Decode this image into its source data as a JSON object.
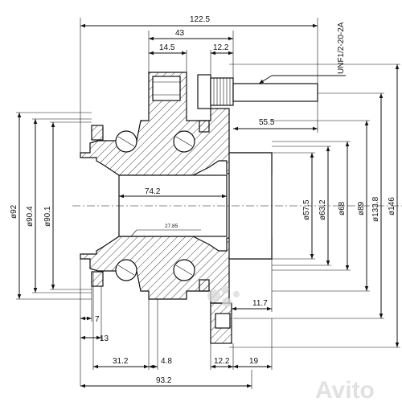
{
  "dimensions": {
    "overall_length": "122.5",
    "flange_offset": "43",
    "small_14_5": "14.5",
    "stud_head": "12.2",
    "thread": "UNF1/2-20-2A",
    "stud_length": "55.5",
    "bore_length": "74.2",
    "inner_ref": "27.85",
    "d92": "ø92",
    "d90_4": "ø90.4",
    "d90_1": "ø90.1",
    "d57_5": "ø57.5",
    "d63_2": "ø63.2",
    "d68": "ø68",
    "d89": "ø89",
    "d133_8": "ø133.8",
    "d146": "ø146",
    "d7": "7",
    "d13": "13",
    "d11_7": "11.7",
    "d31_2": "31.2",
    "d4_8": "4.8",
    "d12_2b": "12.2",
    "d19": "19",
    "d93_2": "93.2"
  },
  "watermark": "Avito"
}
